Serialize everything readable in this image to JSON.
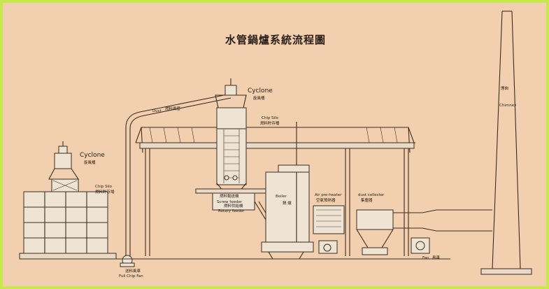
{
  "title": "水管鍋爐系統流程圖",
  "labels": {
    "cyclone_left": "Cyclone",
    "cyclone_left_zh": "旋風桶",
    "chip_silo_left": "Chip Silo",
    "chip_silo_left_zh": "燃料貯存場",
    "cyclone_top": "Cyclone",
    "cyclone_top_zh": "旋風桶",
    "duct": "Duct",
    "duct_zh": "燃料風管",
    "chip_silo_top": "Chip Silo",
    "chip_silo_top_zh": "燃料貯存桶",
    "screw_feeder_zh": "燃料輸送機",
    "screw_feeder": "Screw feeder",
    "rotary_feeder_zh": "燃料供給機",
    "rotary_feeder": "Rotary feeder",
    "boiler": "Boiler",
    "boiler_zh": "鍋 爐",
    "air_preheater": "Air pre-heater",
    "air_preheater_zh": "空氣預熱器",
    "dust_collector": "dust collector",
    "dust_collector_zh": "集塵器",
    "fan": "Fan",
    "fan_zh": "風車",
    "full_chip_fan_zh": "送料風車",
    "full_chip_fan": "Full Chip Fan",
    "chimney_zh": "煙囱",
    "chimney": "Chimney"
  },
  "colors": {
    "frame": "#c7e84a",
    "paper": "#f2cfae",
    "ink": "#3a2c22"
  }
}
